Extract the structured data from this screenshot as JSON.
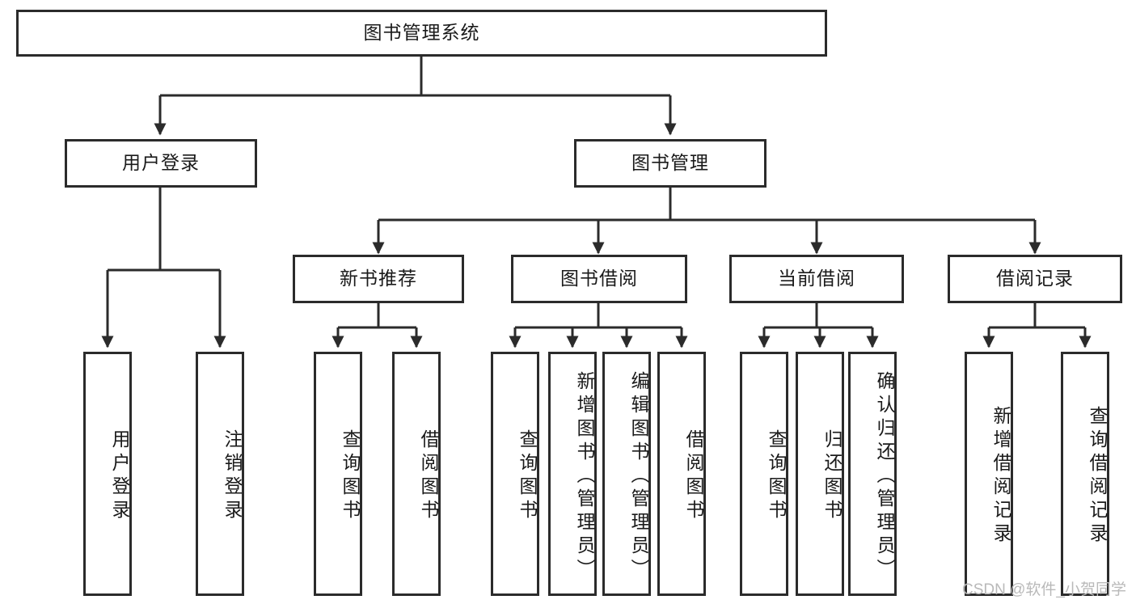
{
  "diagram": {
    "title": "图书管理系统",
    "watermark": "CSDN @软件_小贺同学",
    "line_color": "#2b2b2b",
    "box_fill": "#ffffff",
    "text_color": "#1a1a1a",
    "watermark_color": "#b9b9b9",
    "root": {
      "label": "图书管理系统",
      "orientation": "horizontal"
    },
    "level2": [
      {
        "label": "用户登录",
        "orientation": "horizontal"
      },
      {
        "label": "图书管理",
        "orientation": "horizontal"
      }
    ],
    "level3": [
      {
        "label": "新书推荐",
        "orientation": "horizontal"
      },
      {
        "label": "图书借阅",
        "orientation": "horizontal"
      },
      {
        "label": "当前借阅",
        "orientation": "horizontal"
      },
      {
        "label": "借阅记录",
        "orientation": "horizontal"
      }
    ],
    "leaves": {
      "user_login": [
        {
          "label": "用户登录",
          "orientation": "vertical"
        },
        {
          "label": "注销登录",
          "orientation": "vertical"
        }
      ],
      "new_book_recommend": [
        {
          "label": "查询图书",
          "orientation": "vertical"
        },
        {
          "label": "借阅图书",
          "orientation": "vertical"
        }
      ],
      "book_borrow": [
        {
          "label": "查询图书",
          "orientation": "vertical"
        },
        {
          "label": "新增图书（管理员）",
          "orientation": "vertical"
        },
        {
          "label": "编辑图书（管理员）",
          "orientation": "vertical"
        },
        {
          "label": "借阅图书",
          "orientation": "vertical"
        }
      ],
      "current_borrow": [
        {
          "label": "查询图书",
          "orientation": "vertical"
        },
        {
          "label": "归还图书",
          "orientation": "vertical"
        },
        {
          "label": "确认归还（管理员）",
          "orientation": "vertical"
        }
      ],
      "borrow_record": [
        {
          "label": "新增借阅记录",
          "orientation": "vertical"
        },
        {
          "label": "查询借阅记录",
          "orientation": "vertical"
        }
      ]
    }
  }
}
